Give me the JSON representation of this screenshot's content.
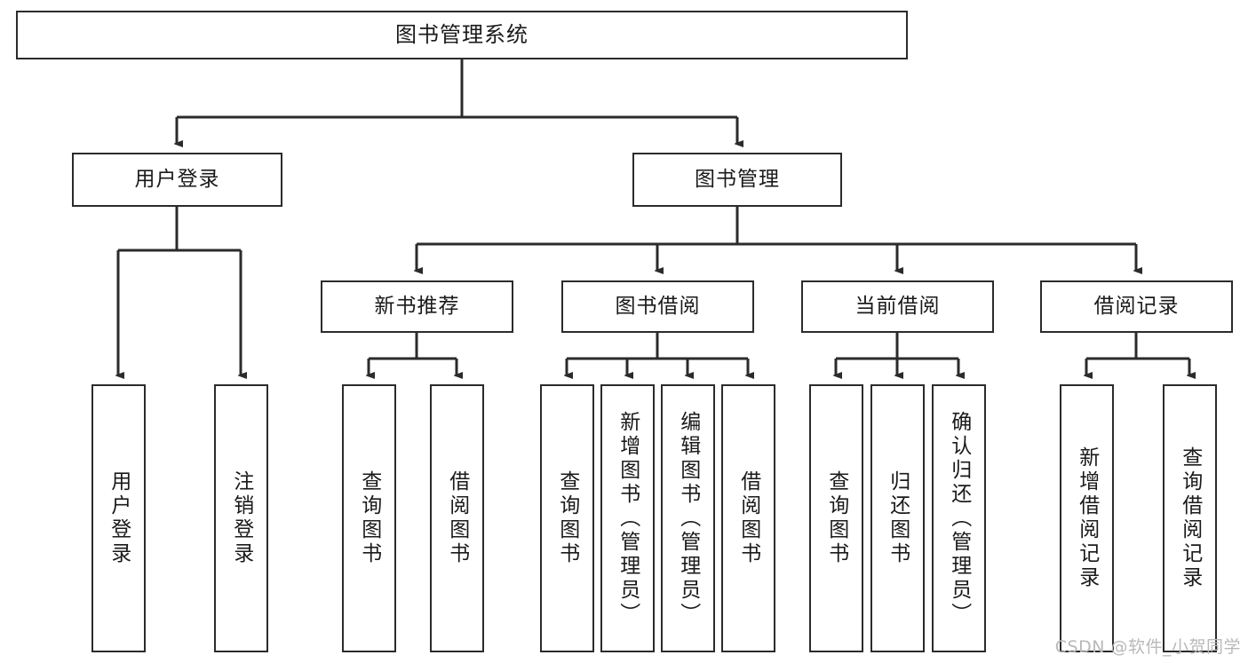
{
  "diagram": {
    "title": "图书管理系统",
    "type": "hierarchy-tree",
    "root": {
      "label": "图书管理系统"
    },
    "level2": [
      {
        "label": "用户登录"
      },
      {
        "label": "图书管理"
      }
    ],
    "level3": [
      {
        "label": "新书推荐"
      },
      {
        "label": "图书借阅"
      },
      {
        "label": "当前借阅"
      },
      {
        "label": "借阅记录"
      }
    ],
    "leaves": {
      "user_login": [
        {
          "label": "用户登录"
        },
        {
          "label": "注销登录"
        }
      ],
      "new_book": [
        {
          "label": "查询图书"
        },
        {
          "label": "借阅图书"
        }
      ],
      "book_borrow": [
        {
          "label": "查询图书"
        },
        {
          "label": "新增图书（管理员）"
        },
        {
          "label": "编辑图书（管理员）"
        },
        {
          "label": "借阅图书"
        }
      ],
      "current_borrow": [
        {
          "label": "查询图书"
        },
        {
          "label": "归还图书"
        },
        {
          "label": "确认归还（管理员）"
        }
      ],
      "borrow_record": [
        {
          "label": "新增借阅记录"
        },
        {
          "label": "查询借阅记录"
        }
      ]
    }
  },
  "watermark": {
    "text": "CSDN @软件_小贺同学"
  },
  "colors": {
    "border": "#2b2b2b",
    "background": "#ffffff",
    "text": "#1a1a1a",
    "watermark": "#b9b9b9"
  }
}
